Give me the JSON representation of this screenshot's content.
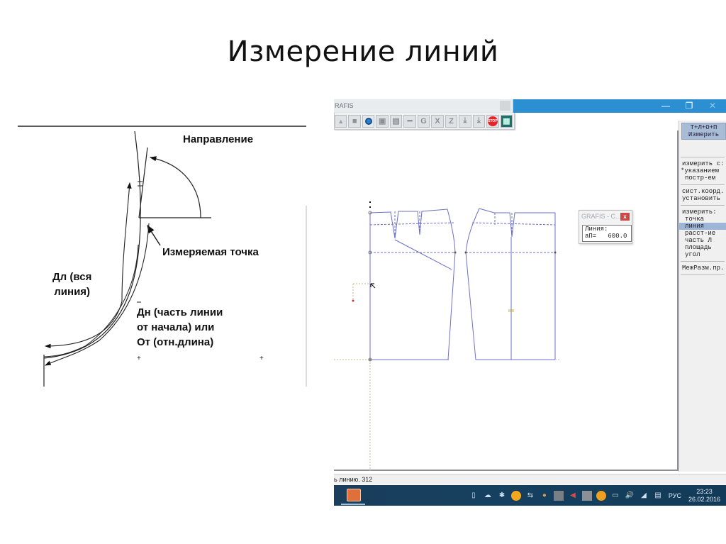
{
  "slide": {
    "title": "Измерение линий"
  },
  "diagram": {
    "labels": {
      "direction": "Направление",
      "measured_point": "Измеряемая точка",
      "dl_line1": "Дл (вся",
      "dl_line2": "линия)",
      "dn_line1": "Дн (часть линии",
      "dn_line2": "от начала) или",
      "dn_line3": "От (отн.длина)"
    }
  },
  "app": {
    "toolwindow_title": "RAFIS",
    "titlebar": {
      "minimize": "—",
      "restore": "❐",
      "close": "✕",
      "color": "#2b8fd2"
    },
    "toolbar": {
      "buttons": [
        {
          "name": "open",
          "glyph": "▲"
        },
        {
          "name": "save",
          "glyph": "■"
        },
        {
          "name": "zoom",
          "glyph": "🔍"
        },
        {
          "name": "print",
          "glyph": "▣"
        },
        {
          "name": "layers",
          "glyph": "▤"
        },
        {
          "name": "line",
          "glyph": "━"
        },
        {
          "name": "g-tool",
          "glyph": "G"
        },
        {
          "name": "x-tool",
          "glyph": "X"
        },
        {
          "name": "z-tool",
          "glyph": "Z"
        },
        {
          "name": "download-1",
          "glyph": "⤓"
        },
        {
          "name": "download-2",
          "glyph": "⤓"
        },
        {
          "name": "stop",
          "glyph": "STOP"
        },
        {
          "name": "calc",
          "glyph": "▦"
        }
      ]
    },
    "right_panel": {
      "header_line1": "Т+Л+О+П",
      "header_line2": "Измерить",
      "group1": [
        "измерить с:",
        "*указанием",
        "постр-ем"
      ],
      "group2": [
        "сист.коорд.",
        "установить"
      ],
      "group3_title": "измерить:",
      "group3_items": [
        "точка",
        "линия",
        "расст-ие",
        "часть Л",
        "площадь",
        "угол"
      ],
      "group3_selected": "линия",
      "group4": [
        "МежРазм.пр."
      ]
    },
    "popup": {
      "title": "GRAFIS - C...",
      "close": "x",
      "line1": "Линия:",
      "line2": "aП=   600.0"
    },
    "status_bar": {
      "text": "ь линию. 312"
    },
    "taskbar": {
      "language": "РУС",
      "time": "23:23",
      "date": "26.02.2016",
      "tray_icons": [
        "usb-icon",
        "cloud-icon",
        "bluetooth-icon",
        "orange-app-icon",
        "network-app-icon",
        "user-app-icon",
        "monitor-icon",
        "flag-icon",
        "display-icon",
        "star-app-icon",
        "battery-icon",
        "volume-icon",
        "wifi-icon",
        "notification-icon"
      ]
    }
  }
}
